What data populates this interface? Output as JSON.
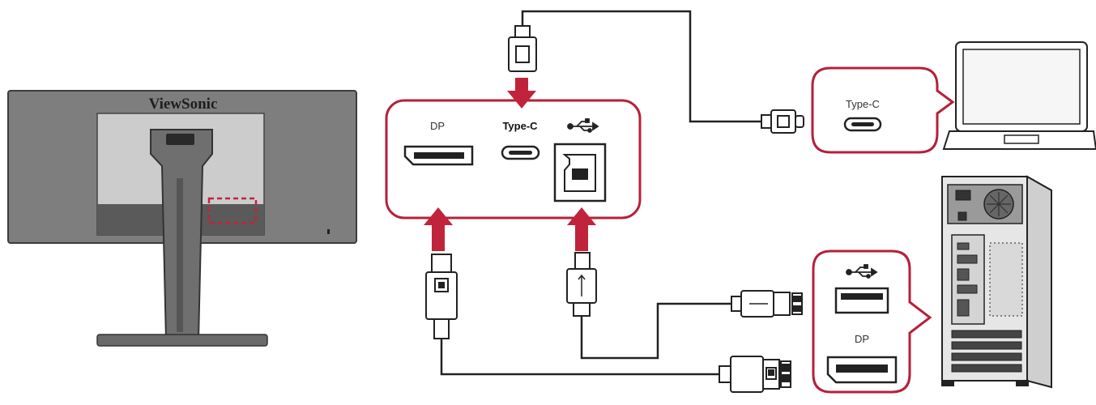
{
  "monitor": {
    "brand": "ViewSonic"
  },
  "port_panel": {
    "dp_label": "DP",
    "typec_label": "Type-C",
    "usb_icon": "usb-icon"
  },
  "laptop_callout": {
    "port_label": "Type-C"
  },
  "pc_callout": {
    "usb_icon": "usb-icon",
    "dp_label": "DP"
  },
  "colors": {
    "accent": "#b5203a",
    "arrow": "#c0243b",
    "cable": "#222222",
    "monitor_body": "#808080",
    "monitor_screen": "#cfcfcf"
  }
}
